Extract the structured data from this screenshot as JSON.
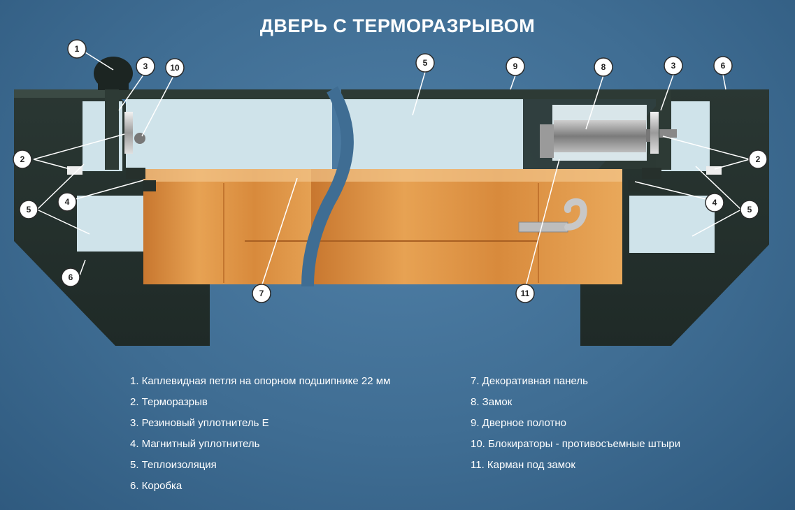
{
  "title": "ДВЕРЬ С ТЕРМОРАЗРЫВОМ",
  "callouts": {
    "c1": "1",
    "c2": "2",
    "c3": "3",
    "c4": "4",
    "c5": "5",
    "c6": "6",
    "c7": "7",
    "c8": "8",
    "c9": "9",
    "c10": "10",
    "c11": "11"
  },
  "legend": {
    "left": [
      "1. Каплевидная петля на опорном подшипнике 22 мм",
      "2. Терморазрыв",
      "3. Резиновый уплотнитель Е",
      "4. Магнитный уплотнитель",
      "5. Теплоизоляция",
      "6. Коробка"
    ],
    "right": [
      "7. Декоративная панель",
      "8. Замок",
      "9. Дверное полотно",
      "10. Блокираторы - противосъемные штыри",
      "11. Карман под замок"
    ]
  },
  "colors": {
    "background": "#3f6d93",
    "frame": "#2d3a35",
    "insulation": "#cfe3ea",
    "panel_wood": "#e39a4c",
    "text": "#ffffff"
  }
}
